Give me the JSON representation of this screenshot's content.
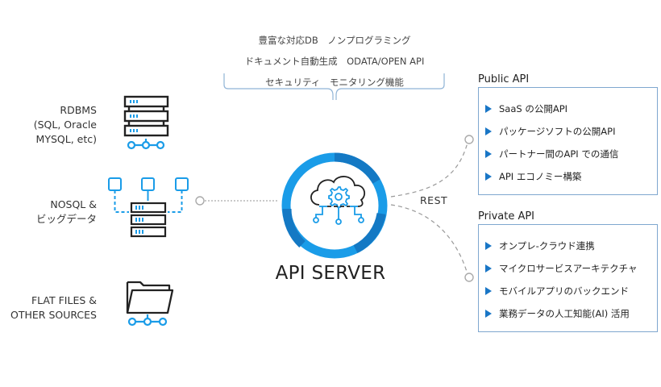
{
  "features": {
    "line1": "豊富な対応DB　ノンプログラミング",
    "line2": "ドキュメント自動生成　ODATA/OPEN API",
    "line3": "セキュリティ　モニタリング機能"
  },
  "sources": [
    {
      "label_lines": [
        "RDBMS",
        "(SQL, Oracle",
        "MYSQL, etc)"
      ],
      "icon": "server-rack-icon"
    },
    {
      "label_lines": [
        "NOSQL &",
        "ビッグデータ"
      ],
      "icon": "distributed-database-icon"
    },
    {
      "label_lines": [
        "FLAT FILES &",
        "OTHER SOURCES"
      ],
      "icon": "folder-icon"
    }
  ],
  "server": {
    "label": "API SERVER",
    "icon": "cloud-gear-icon",
    "ring_color": "#1a9ce8",
    "ring_dark_color": "#1479c4"
  },
  "connector": {
    "label": "REST"
  },
  "panels": {
    "public": {
      "title": "Public API",
      "items": [
        "SaaS の公開API",
        "パッケージソフトの公開API",
        "パートナー間のAPI での通信",
        "API エコノミー構築"
      ]
    },
    "private": {
      "title": "Private API",
      "items": [
        "オンプレ-クラウド連携",
        "マイクロサービスアーキテクチャ",
        "モバイルアプリのバックエンド",
        "業務データの人工知能(AI) 活用"
      ]
    }
  },
  "colors": {
    "accent": "#1a9ce8",
    "bullet": "#1976c6",
    "panel_border": "#7fa7cf",
    "bracket": "#8fb3d6",
    "icon_stroke": "#222222"
  }
}
